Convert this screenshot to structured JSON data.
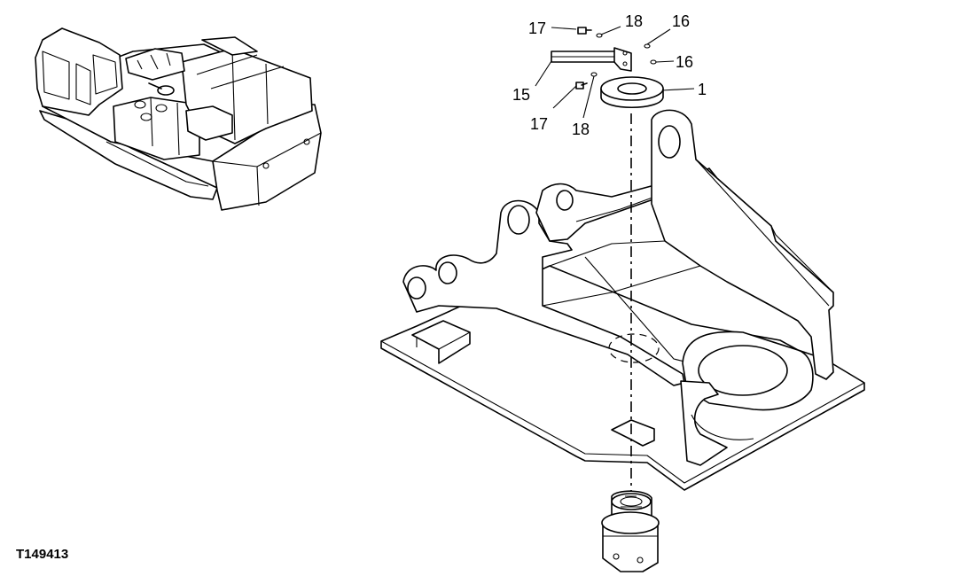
{
  "figure_id": "T149413",
  "callouts": {
    "c1": "1",
    "c15": "15",
    "c16a": "16",
    "c16b": "16",
    "c17a": "17",
    "c17b": "17",
    "c18a": "18",
    "c18b": "18"
  }
}
